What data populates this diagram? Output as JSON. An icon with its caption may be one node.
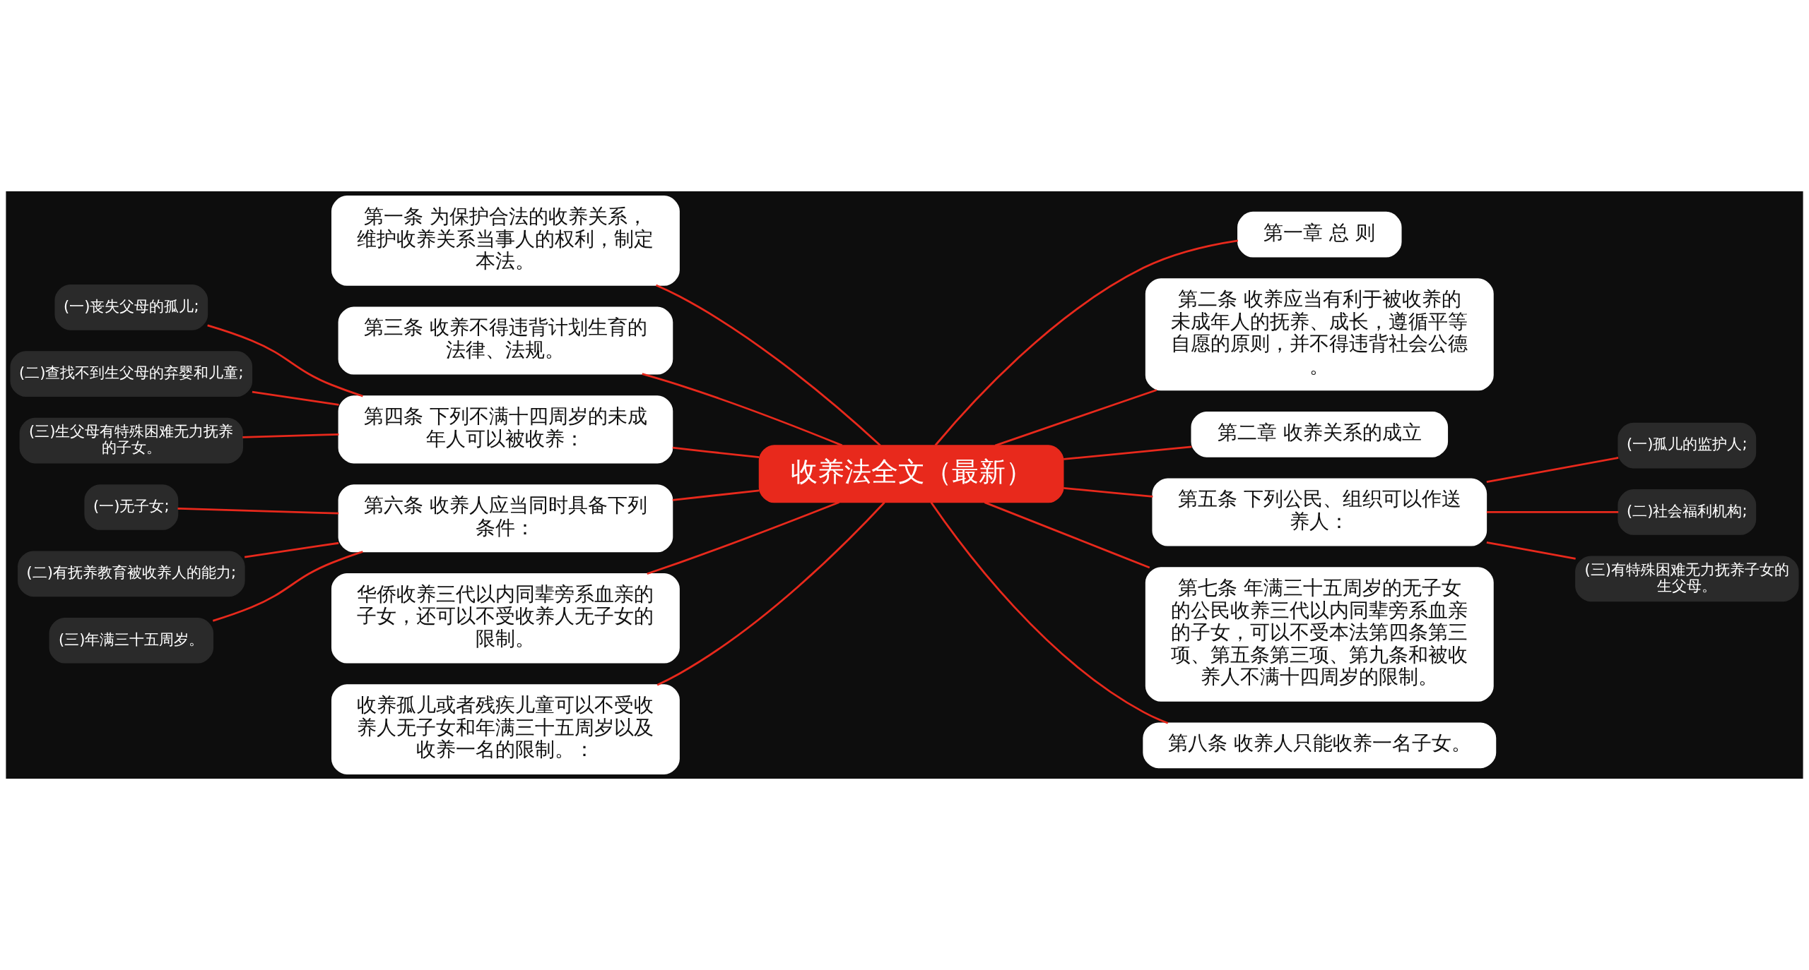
{
  "diagram": {
    "nodes": [
      {
        "text": [
          "收养法全文（最新）"
        ]
      },
      {
        "text": [
          "第一条 为保护合法的收养关系，维护收养关系当事人的权利，制定本法。"
        ]
      },
      {
        "text": [
          "第三条 收养不得违背计划生育的法律、法规。"
        ]
      },
      {
        "text": [
          "第四条 下列不满十四周岁的未成年人可以被收养："
        ]
      },
      {
        "text": [
          "(一)丧失父母的孤儿;"
        ]
      },
      {
        "text": [
          "(二)查找不到生父母的弃婴和儿童;"
        ]
      },
      {
        "text": [
          "(三)生父母有特殊困难无力抚养的子女。"
        ]
      },
      {
        "text": [
          "第六条 收养人应当同时具备下列条件："
        ]
      },
      {
        "text": [
          "(一)无子女;"
        ]
      },
      {
        "text": [
          "(二)有抚养教育被收养人的能力;"
        ]
      },
      {
        "text": [
          "(三)年满三十五周岁。"
        ]
      },
      {
        "text": [
          "华侨收养三代以内同辈旁系血亲的子女，还可以不受收养人无子女的限制。"
        ]
      },
      {
        "text": [
          "收养孤儿或者残疾儿童可以不受收养人无子女和年满三十五周岁以及收养一名的限制。："
        ]
      },
      {
        "text": [
          "第一章 总 则"
        ]
      },
      {
        "text": [
          "第二条 收养应当有利于被收养的未成年人的抚养、成长，遵循平等自愿的原则，并不得违背社会公德。"
        ]
      },
      {
        "text": [
          "第二章 收养关系的成立"
        ]
      },
      {
        "text": [
          "第五条 下列公民、组织可以作送养人："
        ]
      },
      {
        "text": [
          "(一)孤儿的监护人;"
        ]
      },
      {
        "text": [
          "(二)社会福利机构;"
        ]
      },
      {
        "text": [
          "(三)有特殊困难无力抚养子女的生父母。"
        ]
      },
      {
        "text": [
          "第七条 年满三十五周岁的无子女的公民收养三代以内同辈旁系血亲的子女，可以不受本法第四条第三项、第五条第三项、第九条和被收养人不满十四周岁的限制。"
        ]
      },
      {
        "text": [
          "第八条 收养人只能收养一名子女。"
        ]
      }
    ],
    "edges": [
      {
        "from": 0,
        "to": 1,
        "arrow": "none"
      },
      {
        "from": 0,
        "to": 2,
        "arrow": "none"
      },
      {
        "from": 0,
        "to": 3,
        "arrow": "none"
      },
      {
        "from": 3,
        "to": 4,
        "arrow": "none"
      },
      {
        "from": 3,
        "to": 5,
        "arrow": "none"
      },
      {
        "from": 3,
        "to": 6,
        "arrow": "none"
      },
      {
        "from": 0,
        "to": 7,
        "arrow": "none"
      },
      {
        "from": 7,
        "to": 8,
        "arrow": "none"
      },
      {
        "from": 7,
        "to": 9,
        "arrow": "none"
      },
      {
        "from": 7,
        "to": 10,
        "arrow": "none"
      },
      {
        "from": 0,
        "to": 11,
        "arrow": "none"
      },
      {
        "from": 0,
        "to": 12,
        "arrow": "none"
      },
      {
        "from": 0,
        "to": 13,
        "arrow": "none"
      },
      {
        "from": 0,
        "to": 14,
        "arrow": "none"
      },
      {
        "from": 0,
        "to": 15,
        "arrow": "none"
      },
      {
        "from": 0,
        "to": 16,
        "arrow": "none"
      },
      {
        "from": 16,
        "to": 17,
        "arrow": "none"
      },
      {
        "from": 16,
        "to": 18,
        "arrow": "none"
      },
      {
        "from": 16,
        "to": 19,
        "arrow": "none"
      },
      {
        "from": 0,
        "to": 20,
        "arrow": "none"
      },
      {
        "from": 0,
        "to": 21,
        "arrow": "none"
      }
    ]
  }
}
